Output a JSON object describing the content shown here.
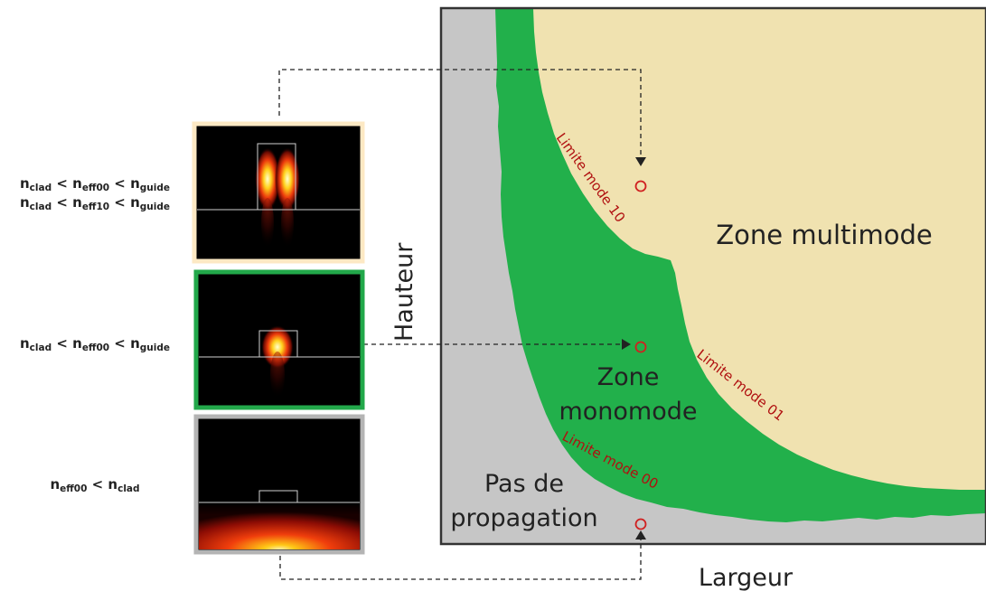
{
  "axes": {
    "y_label": "Hauteur",
    "x_label": "Largeur"
  },
  "zones": {
    "multimode": "Zone multimode",
    "monomode_line1": "Zone",
    "monomode_line2": "monomode",
    "none_line1": "Pas de",
    "none_line2": "propagation"
  },
  "boundaries": {
    "mode10": "Limite mode 10",
    "mode01": "Limite mode 01",
    "mode00": "Limite mode 00"
  },
  "conditions": [
    {
      "panel": "multimode",
      "border_color": "#fde9c4",
      "lines": [
        {
          "a": "n",
          "a_sub": "clad",
          "op1": " < ",
          "b": "n",
          "b_sub": "eff00",
          "op2": " < ",
          "c": "n",
          "c_sub": "guide"
        },
        {
          "a": "n",
          "a_sub": "clad",
          "op1": " < ",
          "b": "n",
          "b_sub": "eff10",
          "op2": " < ",
          "c": "n",
          "c_sub": "guide"
        }
      ]
    },
    {
      "panel": "monomode",
      "border_color": "#22a84a",
      "lines": [
        {
          "a": "n",
          "a_sub": "clad",
          "op1": " < ",
          "b": "n",
          "b_sub": "eff00",
          "op2": " < ",
          "c": "n",
          "c_sub": "guide"
        }
      ]
    },
    {
      "panel": "no-propagation",
      "border_color": "#b4b4b4",
      "lines": [
        {
          "a": "n",
          "a_sub": "eff00",
          "op1": " < ",
          "b": "n",
          "b_sub": "clad",
          "op2": "",
          "c": "",
          "c_sub": ""
        }
      ]
    }
  ],
  "colors": {
    "no_propagation_zone": "#c6c6c6",
    "monomode_zone": "#22b04b",
    "multimode_zone": "#f0e2b0",
    "boundary_text": "#b01010",
    "marker": "#d02020"
  }
}
